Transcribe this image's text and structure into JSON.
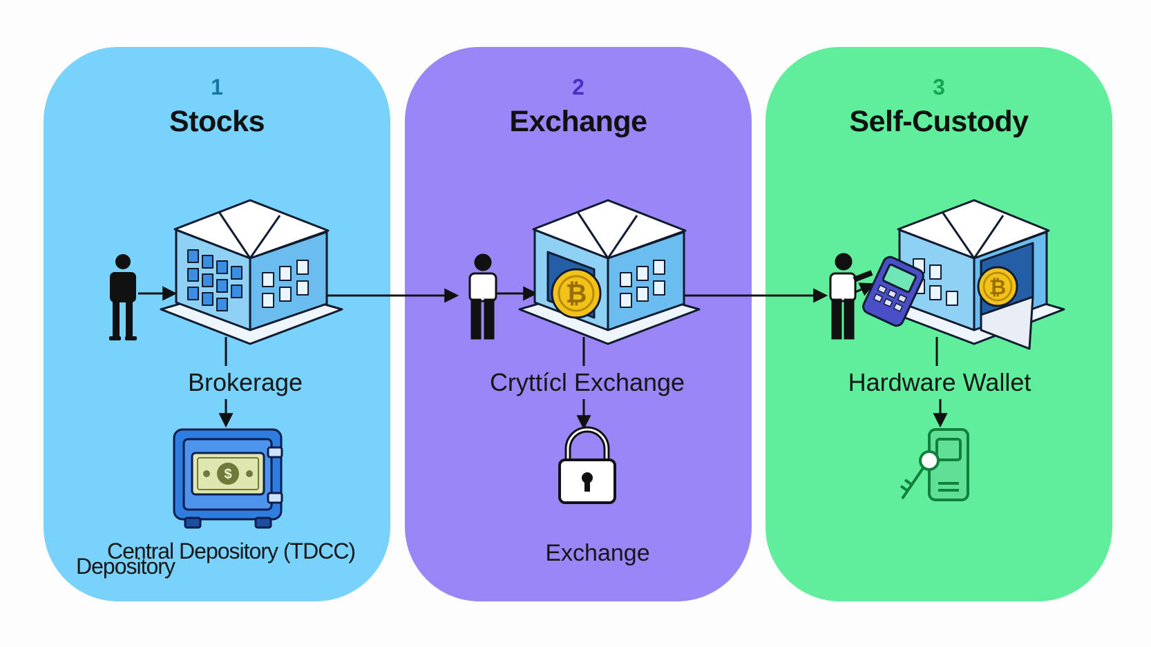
{
  "colors": {
    "stocks_panel": "#78d2fb",
    "exchange_panel": "#9a86f6",
    "custody_panel": "#60ee9c",
    "building": "#8fd0f5",
    "coin": "#f3c21a",
    "safe": "#2e7de0"
  },
  "panels": [
    {
      "number": "1",
      "title": "Stocks",
      "icons": [
        "person-icon",
        "building-icon",
        "safe-icon",
        "banknote-icon"
      ],
      "entity_label": "Brokerage",
      "bottom_label_line1": "Central Depository (TDCC)",
      "bottom_label_line2": "Depository"
    },
    {
      "number": "2",
      "title": "Exchange",
      "icons": [
        "person-icon",
        "building-icon",
        "bitcoin-coin-icon",
        "padlock-icon"
      ],
      "entity_label": "Cryttícl Exchange",
      "bottom_label": "Exchange"
    },
    {
      "number": "3",
      "title": "Self-Custody",
      "icons": [
        "person-icon",
        "hardware-wallet-icon",
        "building-icon",
        "bitcoin-coin-icon",
        "key-icon",
        "device-icon"
      ],
      "entity_label": "Hardware Wallet"
    }
  ]
}
